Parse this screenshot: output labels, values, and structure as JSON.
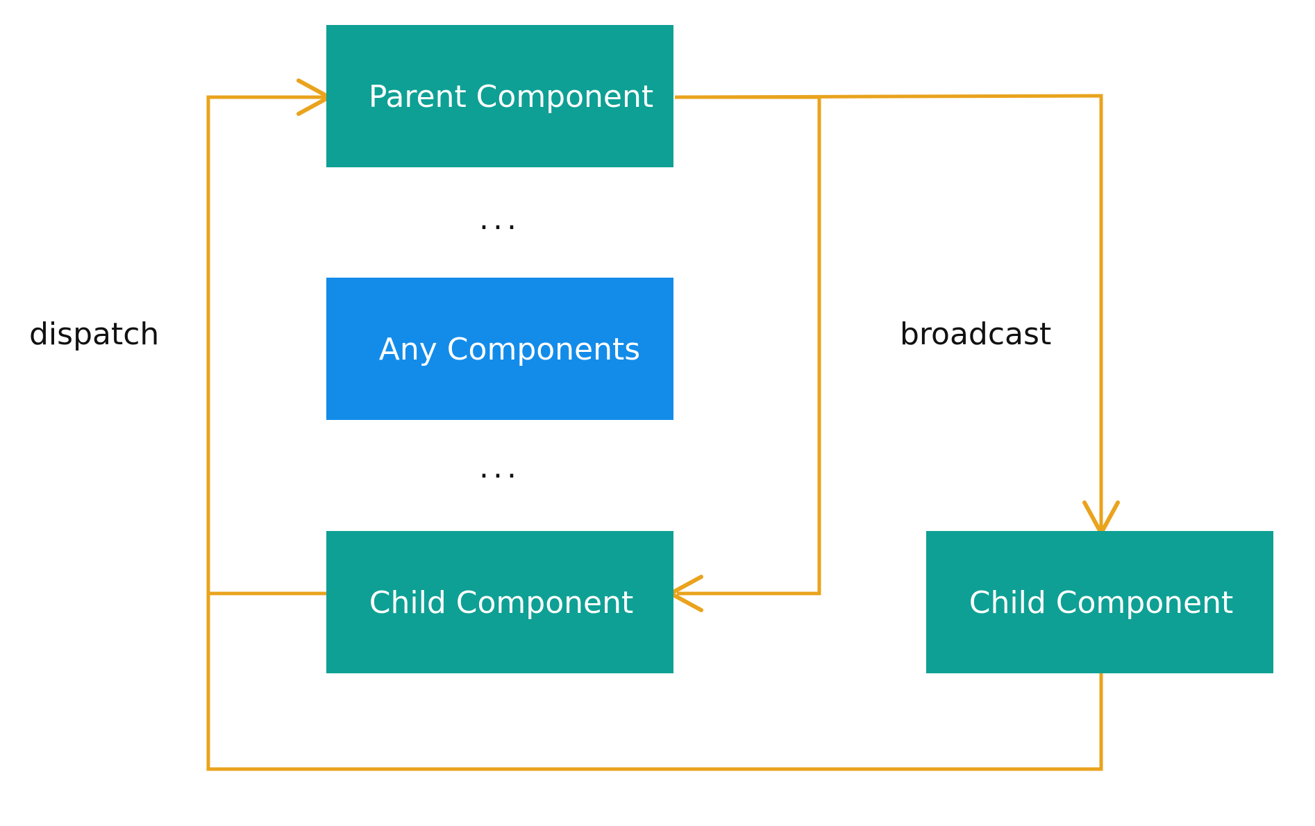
{
  "colors": {
    "node_teal": "#0EA094",
    "node_blue": "#138CE9",
    "connector": "#E9A31D",
    "node_text": "#FFFFFF",
    "label_text": "#111111"
  },
  "nodes": {
    "parent": {
      "label": "Parent Component"
    },
    "any": {
      "label": "Any Components"
    },
    "child_left": {
      "label": "Child Component"
    },
    "child_right": {
      "label": "Child Component"
    }
  },
  "ellipses": {
    "upper": "...",
    "lower": "..."
  },
  "edge_labels": {
    "dispatch": "dispatch",
    "broadcast": "broadcast"
  }
}
